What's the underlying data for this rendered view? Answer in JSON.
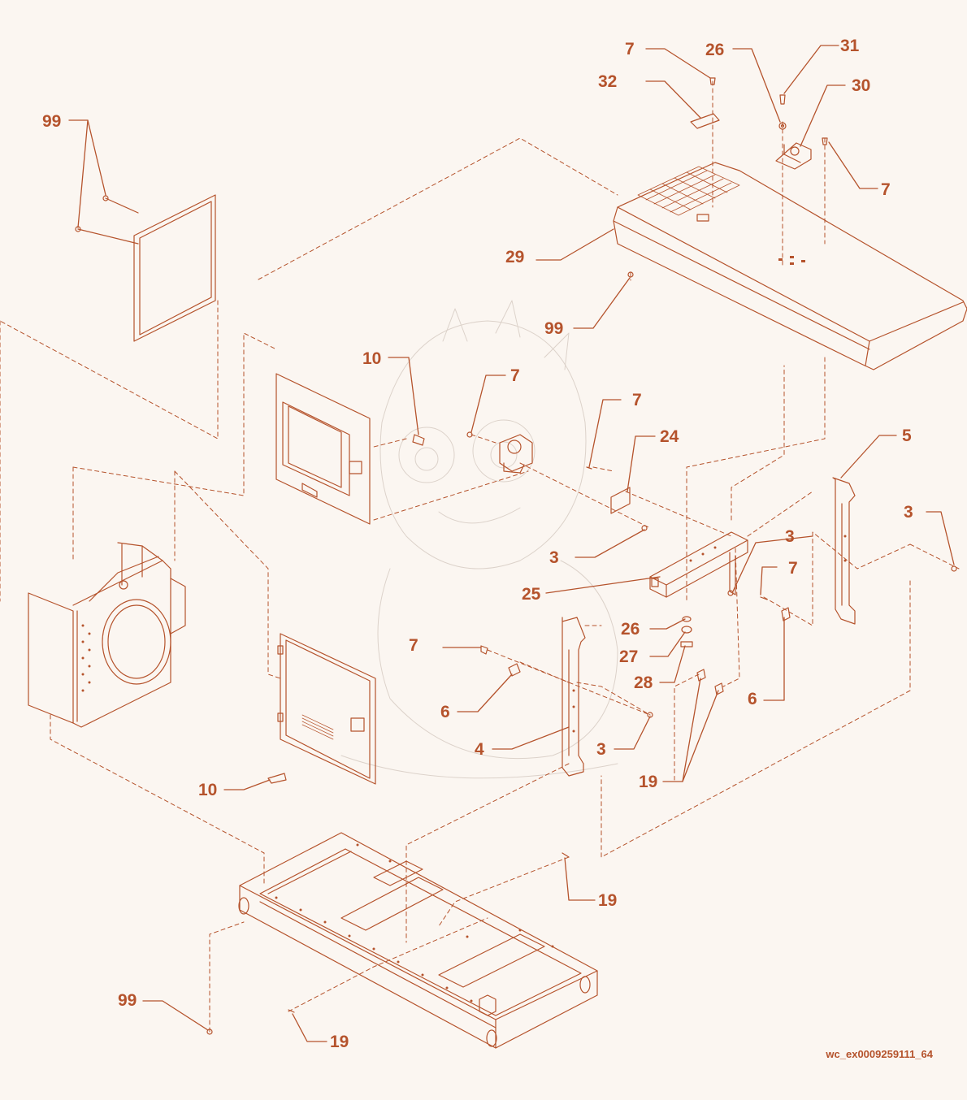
{
  "colors": {
    "background": "#fbf6f1",
    "line": "#b5532c",
    "label": "#b5532c",
    "watermark": "#d9cfc7"
  },
  "callouts": [
    "99",
    "7",
    "32",
    "26",
    "31",
    "30",
    "7",
    "29",
    "99",
    "99",
    "10",
    "7",
    "7",
    "24",
    "5",
    "3",
    "3",
    "3",
    "25",
    "7",
    "26",
    "7",
    "27",
    "28",
    "6",
    "6",
    "4",
    "3",
    "19",
    "10",
    "19",
    "99",
    "19"
  ],
  "drawing_id": "wc_ex0009259111_64"
}
